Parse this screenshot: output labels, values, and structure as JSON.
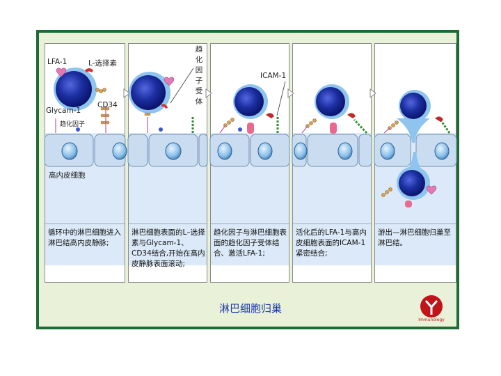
{
  "labels": {
    "lfa1": "LFA-1",
    "l_selectin": "L-选择素",
    "glycam1": "Glycam-1",
    "cd34": "CD34",
    "chemokine": "趋化因子",
    "chemokine_receptor": [
      "趋",
      "化",
      "因",
      "子",
      "受",
      "体"
    ],
    "icam1": "ICAM-1",
    "hev": "高内皮细胞"
  },
  "captions": [
    "循环中的淋巴细胞进入淋巴结高内皮静脉;",
    "淋巴细胞表面的L–选择素与Glycam-1、CD34结合,开始在高内皮静脉表面滚动;",
    "趋化因子与淋巴细胞表面的趋化因子受体结合、激活LFA-1;",
    "活化后的LFA-1与高内皮细胞表面的ICAM-1紧密结合;",
    "游出—淋巴细胞归巢至淋巴结。"
  ],
  "title": "淋巴细胞归巢",
  "logo_text": "Immunology",
  "colors": {
    "frame_border": "#1f6b35",
    "frame_bg": "#e9f2d9",
    "tissue": "#dbe9f8",
    "cell_core": "#1b2fa0",
    "cell_membrane": "#8fc4ee",
    "title": "#1f3aa8",
    "logo": "#c0141b"
  }
}
